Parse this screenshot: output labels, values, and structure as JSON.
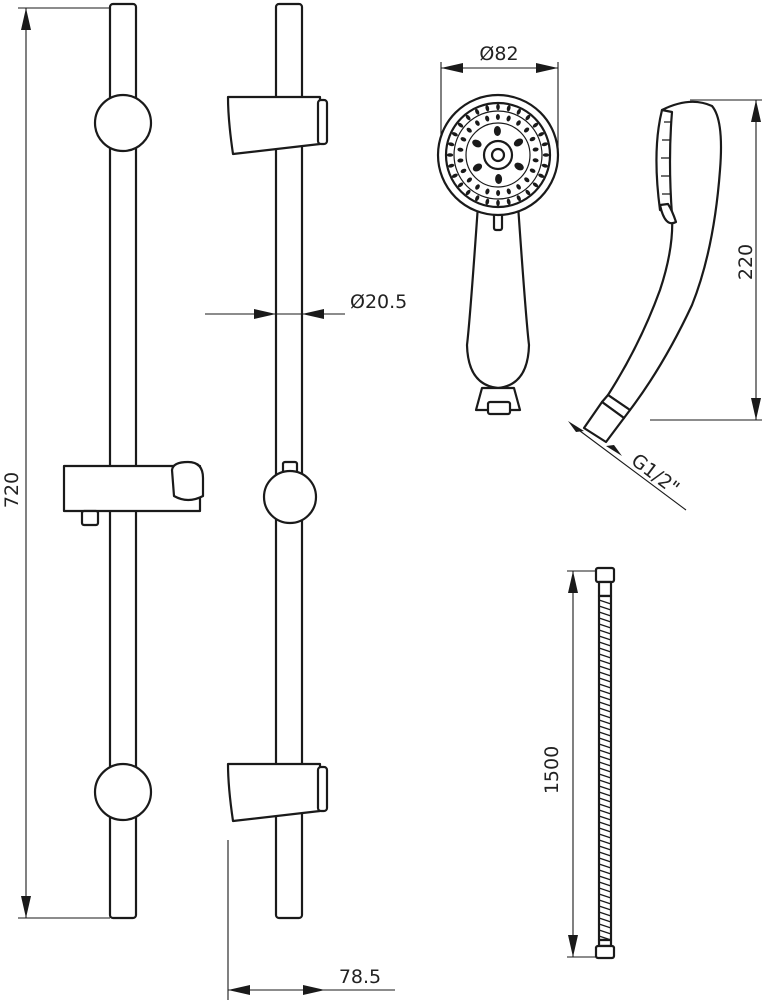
{
  "dimensions": {
    "rail_length": "720",
    "rail_diameter": "Ø20.5",
    "head_diameter": "Ø82",
    "head_length": "220",
    "thread": "G1/2\"",
    "hose_length": "1500",
    "bracket_offset": "78.5"
  },
  "colors": {
    "line": "#1a1a1a",
    "background": "#ffffff"
  }
}
